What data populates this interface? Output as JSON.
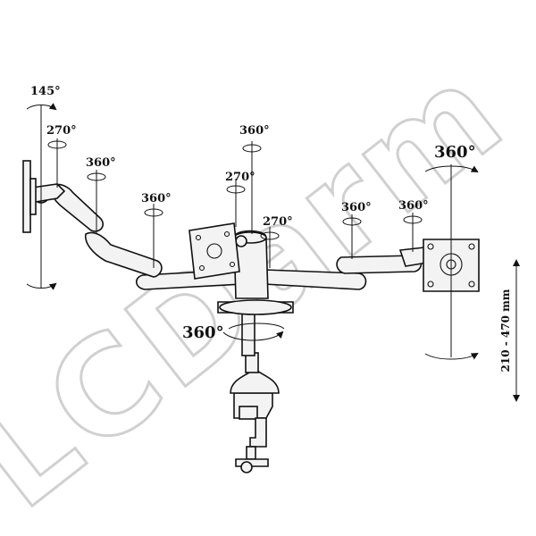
{
  "watermark": {
    "text": "LCDarm",
    "color": "#d0d0d0"
  },
  "labels": {
    "tilt": "145°",
    "swivel_left_mount": "270°",
    "rot_left_arm1": "360°",
    "rot_left_arm2": "360°",
    "rot_center_top": "360°",
    "swivel_center_mount": "270°",
    "swivel_center_joint": "270°",
    "rot_right_arm": "360°",
    "rot_right_mount": "360°",
    "rotate_right_screen": "360°",
    "rot_base": "360°"
  },
  "dimension": {
    "height_range": "210 - 470 mm"
  }
}
